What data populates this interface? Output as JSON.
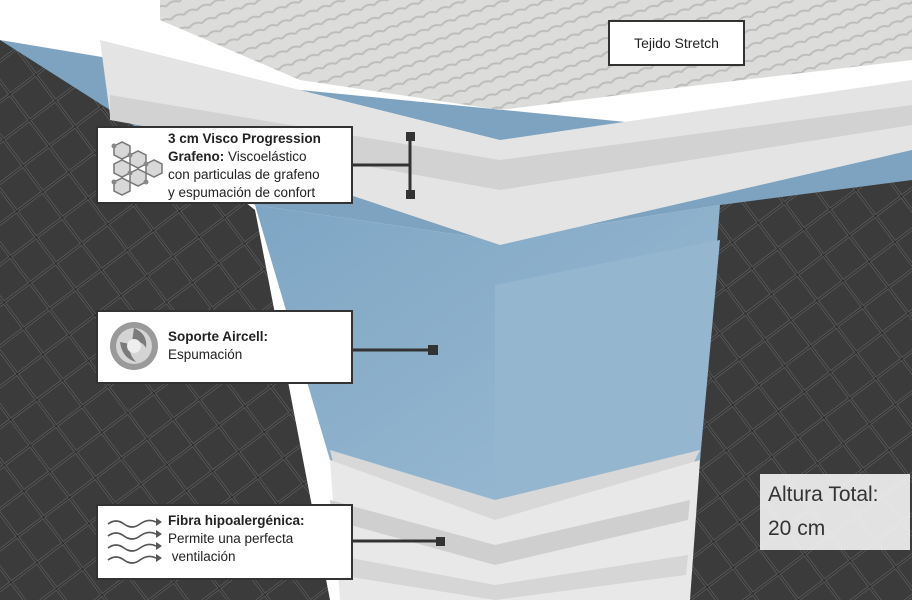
{
  "labels": {
    "tejido": "Tejido Stretch",
    "visco": {
      "title": "3 cm Visco Progression",
      "title2": "Grafeno:",
      "desc1": " Viscoelástico",
      "desc2": "con particulas de grafeno",
      "desc3": "y espumación de confort",
      "icon": "graphene-hex-icon"
    },
    "aircell": {
      "title": "Soporte Aircell:",
      "desc": "Espumación",
      "icon": "aircell-foam-icon"
    },
    "fibra": {
      "title": "Fibra hipoalergénica:",
      "desc1": "Permite una perfecta",
      "desc2": " ventilación",
      "icon": "airflow-waves-icon"
    }
  },
  "height": {
    "line1": "Altura Total:",
    "line2": "20 cm"
  },
  "colors": {
    "foam_blue": "#8fb2cc",
    "fabric_dark": "#3a3a3a",
    "layer_white": "#e6e6e6",
    "border": "#333333"
  }
}
